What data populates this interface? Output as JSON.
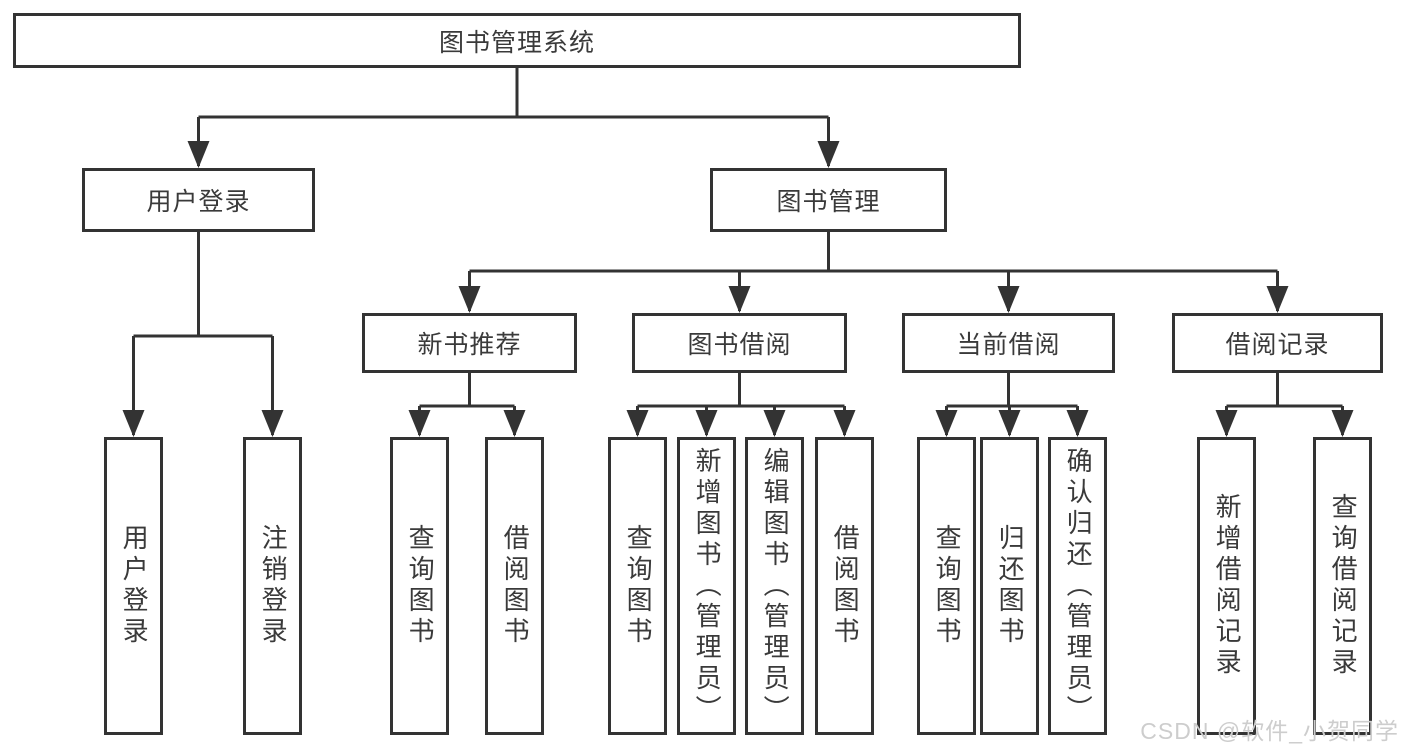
{
  "tree": {
    "label": "图书管理系统",
    "children": [
      {
        "label": "用户登录",
        "children": [
          {
            "label": "用户登录"
          },
          {
            "label": "注销登录"
          }
        ]
      },
      {
        "label": "图书管理",
        "children": [
          {
            "label": "新书推荐",
            "children": [
              {
                "label": "查询图书"
              },
              {
                "label": "借阅图书"
              }
            ]
          },
          {
            "label": "图书借阅",
            "children": [
              {
                "label": "查询图书"
              },
              {
                "label": "新增图书（管理员）"
              },
              {
                "label": "编辑图书（管理员）"
              },
              {
                "label": "借阅图书"
              }
            ]
          },
          {
            "label": "当前借阅",
            "children": [
              {
                "label": "查询图书"
              },
              {
                "label": "归还图书"
              },
              {
                "label": "确认归还（管理员）"
              }
            ]
          },
          {
            "label": "借阅记录",
            "children": [
              {
                "label": "新增借阅记录"
              },
              {
                "label": "查询借阅记录"
              }
            ]
          }
        ]
      }
    ]
  },
  "watermark": "CSDN @软件_小贺同学",
  "colors": {
    "line": "#333333",
    "box_border": "#333333",
    "text": "#3a3a3a",
    "watermark": "#cdcdcd",
    "background": "#ffffff"
  }
}
